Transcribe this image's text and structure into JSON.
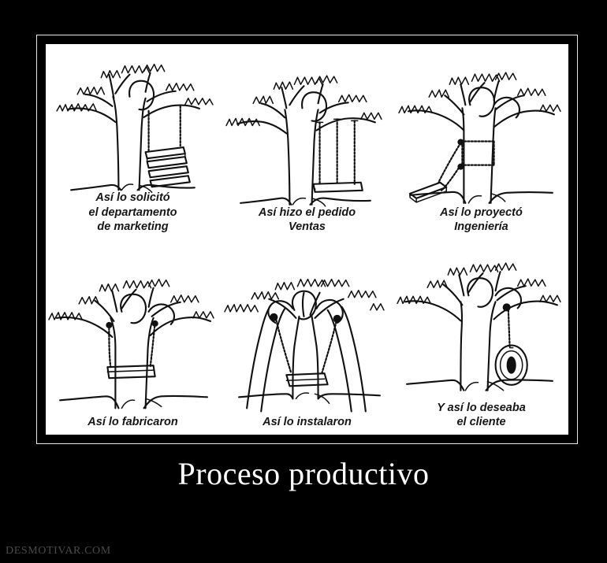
{
  "poster": {
    "title": "Proceso productivo",
    "watermark": "DESMOTIVAR.COM",
    "background_color": "#000000",
    "frame_color": "#e8e8e8",
    "image_background": "#ffffff",
    "title_color": "#ffffff",
    "watermark_color": "#4a4a4a",
    "ink_color": "#111111"
  },
  "panels": [
    {
      "id": "panel-marketing",
      "caption": "Así lo solicitó\nel departamento\nde marketing",
      "art": "tree-with-ladder-swing"
    },
    {
      "id": "panel-ventas",
      "caption": "Así hizo el pedido\nVentas",
      "art": "tree-with-three-rope-swing"
    },
    {
      "id": "panel-ingenieria",
      "caption": "Así lo proyectó\nIngeniería",
      "art": "tree-with-swing-on-ground"
    },
    {
      "id": "panel-fabricacion",
      "caption": "Así lo fabricaron",
      "art": "tree-with-seat-around-trunk"
    },
    {
      "id": "panel-instalacion",
      "caption": "Así lo instalaron",
      "art": "tree-with-swing-against-trunk"
    },
    {
      "id": "panel-cliente",
      "caption": "Y así lo deseaba\nel cliente",
      "art": "tree-with-tire-swing"
    }
  ]
}
